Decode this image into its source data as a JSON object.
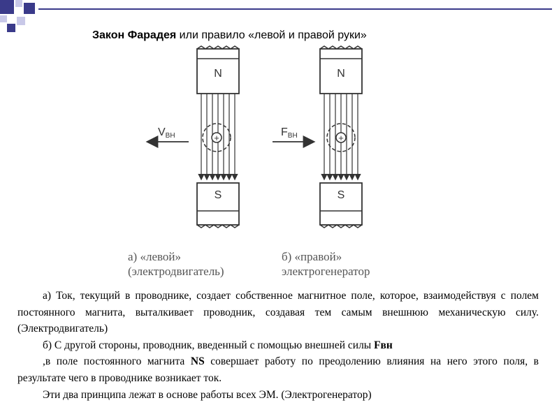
{
  "slide": {
    "title_bold": "Закон Фарадея",
    "title_rest": " или правило «левой и правой руки»"
  },
  "diagram": {
    "magnet_north": "N",
    "magnet_south": "S",
    "left_force_label": "V",
    "left_force_sub": "ВН",
    "right_force_label": "F",
    "right_force_sub": "ВН",
    "conductor_symbol": "+"
  },
  "captions": {
    "left_line1": "а) «левой»",
    "left_line2": "(электродвигатель)",
    "right_line1": "б) «правой»",
    "right_line2": "электрогенератор"
  },
  "text": {
    "p1": "а) Ток, текущий в проводнике, создает собственное магнитное поле, которое, взаимодействуя с полем постоянного магнита, выталкивает проводник, создавая тем самым внешнюю механическую силу. (Электродвигатель)",
    "p2_pre": "б) С другой стороны, проводник, введенный с помощью внешней силы ",
    "p2_sym": "Fвн",
    "p3_pre": ",в поле постоянного магнита ",
    "p3_sym": "NS",
    "p3_post": " совершает работу по преодолению влияния на него этого поля, в результате чего в проводнике возникает ток.",
    "p4": "Эти два принципа лежат в основе работы всех ЭМ. (Электрогенератор)"
  },
  "colors": {
    "accent": "#3a3a8a",
    "square_light": "#c8c8e8"
  }
}
